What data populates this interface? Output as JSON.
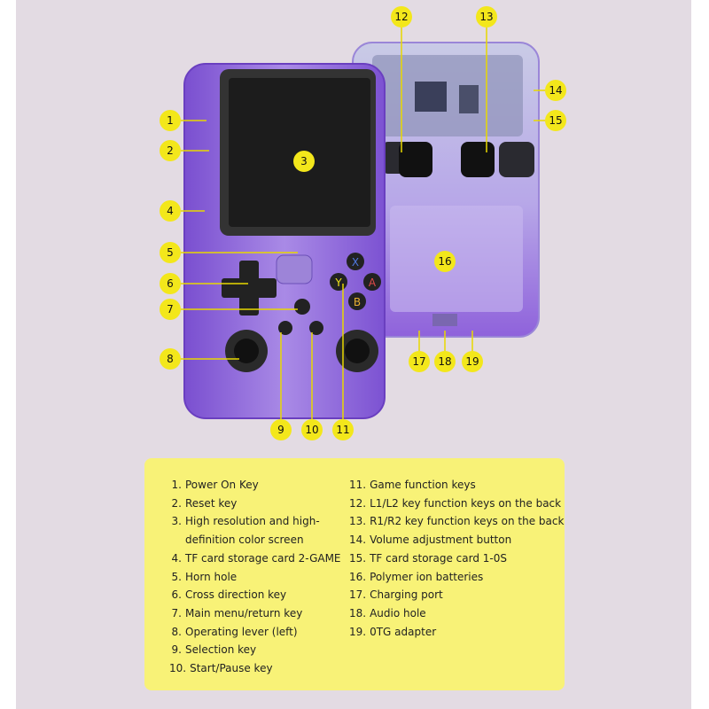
{
  "colors": {
    "panel": "#e3dbe3",
    "marker": "#f3e71b",
    "legend_bg": "#f8f277",
    "body": "#8a5ed8",
    "screen": "#222222"
  },
  "markers": [
    "1",
    "2",
    "3",
    "4",
    "5",
    "6",
    "7",
    "8",
    "9",
    "10",
    "11",
    "12",
    "13",
    "14",
    "15",
    "16",
    "17",
    "18",
    "19"
  ],
  "legend": {
    "left": [
      {
        "num": "1.",
        "text": "Power On Key"
      },
      {
        "num": "2.",
        "text": "Reset key"
      },
      {
        "num": "3.",
        "text": "High resolution and high-"
      },
      {
        "num": "",
        "text": "definition color screen"
      },
      {
        "num": "4.",
        "text": "TF card storage card 2-GAME"
      },
      {
        "num": "5.",
        "text": "Horn hole"
      },
      {
        "num": "6.",
        "text": "Cross direction key"
      },
      {
        "num": "7.",
        "text": "Main menu/return key"
      },
      {
        "num": "8.",
        "text": "Operating lever (left)"
      },
      {
        "num": "9.",
        "text": "Selection key"
      },
      {
        "num": "10.",
        "text": "Start/Pause key"
      }
    ],
    "right": [
      {
        "num": "11.",
        "text": "Game function keys"
      },
      {
        "num": "12.",
        "text": "L1/L2 key function keys on the back"
      },
      {
        "num": "13.",
        "text": "R1/R2 key function keys on the back"
      },
      {
        "num": "14.",
        "text": "Volume adjustment button"
      },
      {
        "num": "15.",
        "text": "TF card storage card 1-0S"
      },
      {
        "num": "16.",
        "text": "Polymer ion batteries"
      },
      {
        "num": "17.",
        "text": "Charging port"
      },
      {
        "num": "18.",
        "text": "Audio hole"
      },
      {
        "num": "19.",
        "text": "0TG adapter"
      }
    ]
  },
  "buttons": {
    "x": "X",
    "y": "Y",
    "a": "A",
    "b": "B"
  }
}
